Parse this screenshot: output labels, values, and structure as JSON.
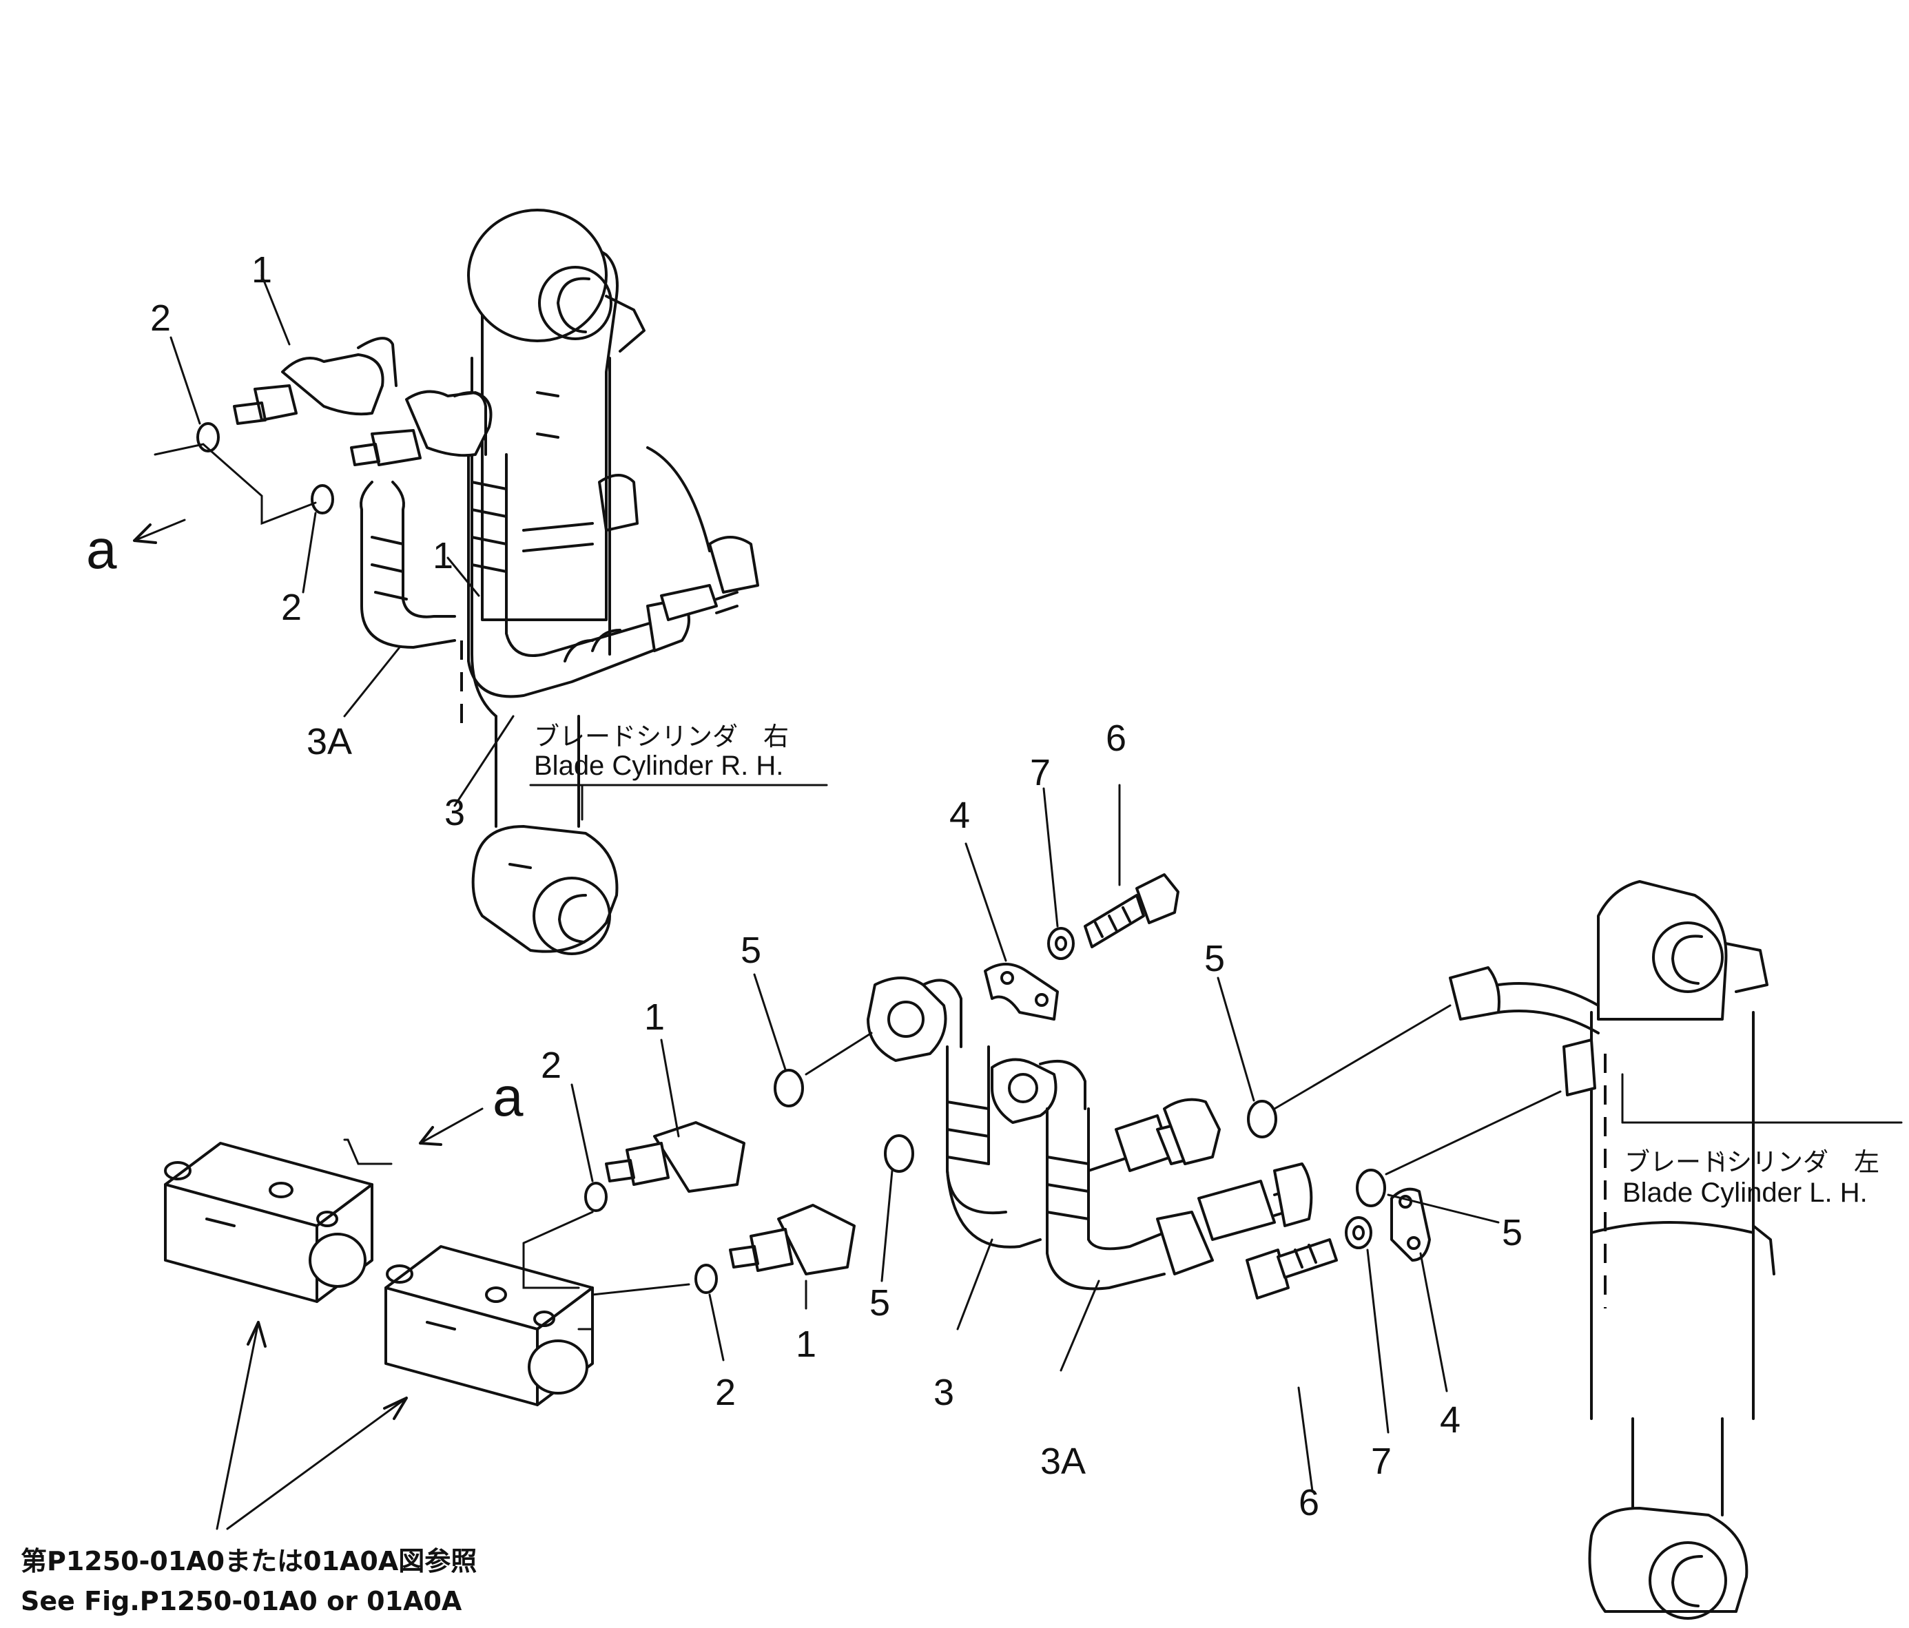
{
  "callouts": {
    "n1": "1",
    "n2": "2",
    "n3": "3",
    "n3a": "3A",
    "n4": "4",
    "n5": "5",
    "n6": "6",
    "n7": "7",
    "a": "a"
  },
  "labels": {
    "rh_jp": "ブレードシリンダ　右",
    "rh_en": "Blade  Cylinder  R. H.",
    "lh_jp": "ブレードシリンダ　左",
    "lh_en": "Blade  Cylinder  L. H.",
    "ref_jp": "第P1250-01A0または01A0A図参照",
    "ref_en": "See  Fig.P1250-01A0  or  01A0A"
  }
}
